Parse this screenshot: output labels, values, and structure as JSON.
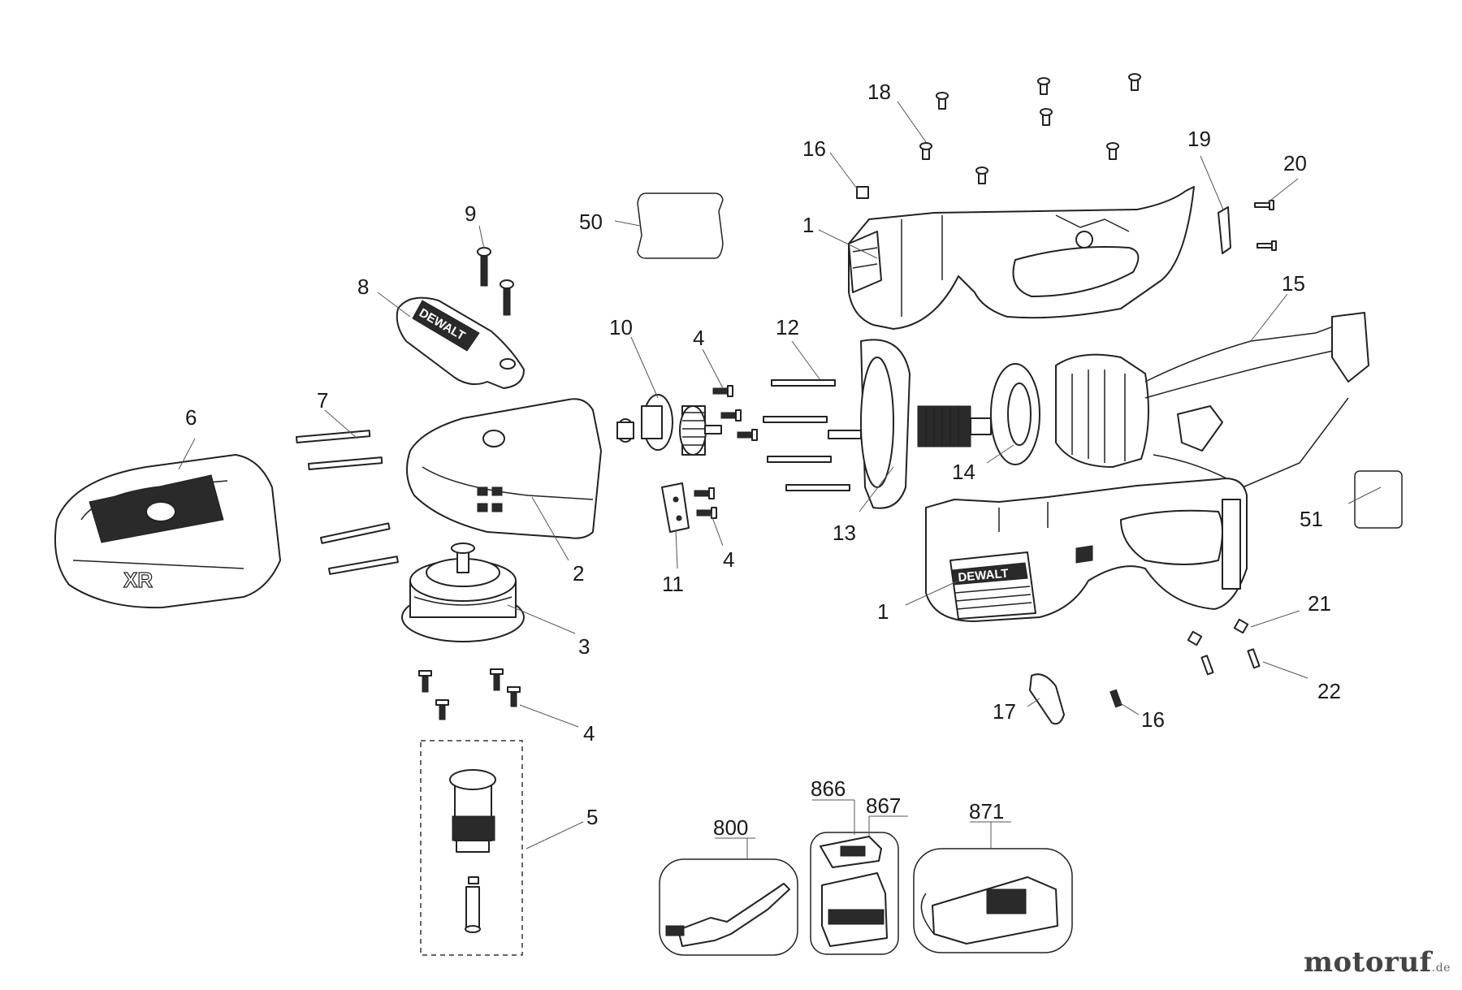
{
  "brand_text": "DEWALT",
  "logo_text": "XR",
  "watermark": {
    "main": "motoruf",
    "tld": ".de"
  },
  "callouts": [
    {
      "id": "c18",
      "text": "18"
    },
    {
      "id": "c16a",
      "text": "16"
    },
    {
      "id": "c19",
      "text": "19"
    },
    {
      "id": "c20",
      "text": "20"
    },
    {
      "id": "c50",
      "text": "50"
    },
    {
      "id": "c1a",
      "text": "1"
    },
    {
      "id": "c9",
      "text": "9"
    },
    {
      "id": "c8",
      "text": "8"
    },
    {
      "id": "c15",
      "text": "15"
    },
    {
      "id": "c10",
      "text": "10"
    },
    {
      "id": "c4a",
      "text": "4"
    },
    {
      "id": "c12",
      "text": "12"
    },
    {
      "id": "c7",
      "text": "7"
    },
    {
      "id": "c6",
      "text": "6"
    },
    {
      "id": "c14",
      "text": "14"
    },
    {
      "id": "c51",
      "text": "51"
    },
    {
      "id": "c13",
      "text": "13"
    },
    {
      "id": "c2",
      "text": "2"
    },
    {
      "id": "c11",
      "text": "11"
    },
    {
      "id": "c4b",
      "text": "4"
    },
    {
      "id": "c1b",
      "text": "1"
    },
    {
      "id": "c21",
      "text": "21"
    },
    {
      "id": "c3",
      "text": "3"
    },
    {
      "id": "c22",
      "text": "22"
    },
    {
      "id": "c17",
      "text": "17"
    },
    {
      "id": "c16b",
      "text": "16"
    },
    {
      "id": "c4c",
      "text": "4"
    },
    {
      "id": "c5",
      "text": "5"
    },
    {
      "id": "c866",
      "text": "866"
    },
    {
      "id": "c867",
      "text": "867"
    },
    {
      "id": "c871",
      "text": "871"
    },
    {
      "id": "c800",
      "text": "800"
    }
  ]
}
